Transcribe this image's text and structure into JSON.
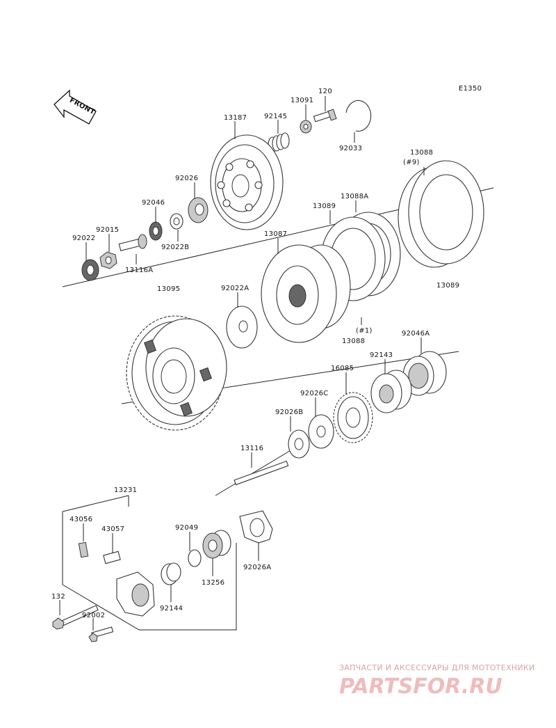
{
  "diagram_code": "E1350",
  "front_label": "FRONT",
  "watermark": {
    "tagline": "ЗАПЧАСТИ И АКСЕССУАРЫ ДЛЯ МОТОТЕХНИКИ",
    "logo": "PARTSFOR.RU"
  },
  "parts": {
    "p13187": "13187",
    "p92145": "92145",
    "p13091": "13091",
    "p120": "120",
    "p92033": "92033",
    "p92026": "92026",
    "p92046": "92046",
    "p92015": "92015",
    "p92022": "92022",
    "p92022B": "92022B",
    "p13116A": "13116A",
    "p13088_9": "13088",
    "p13088_9_note": "(#9)",
    "p13088A": "13088A",
    "p13089_top": "13089",
    "p13089_right": "13089",
    "p13087": "13087",
    "p13095": "13095",
    "p92022A": "92022A",
    "p13088_1_note": "(#1)",
    "p13088_1": "13088",
    "p92046A": "92046A",
    "p92143": "92143",
    "p16085": "16085",
    "p92026C": "92026C",
    "p92026B": "92026B",
    "p13116": "13116",
    "p13231": "13231",
    "p43056": "43056",
    "p43057": "43057",
    "p92049": "92049",
    "p92026A": "92026A",
    "p13256": "13256",
    "p92144": "92144",
    "p132": "132",
    "p92002": "92002"
  }
}
